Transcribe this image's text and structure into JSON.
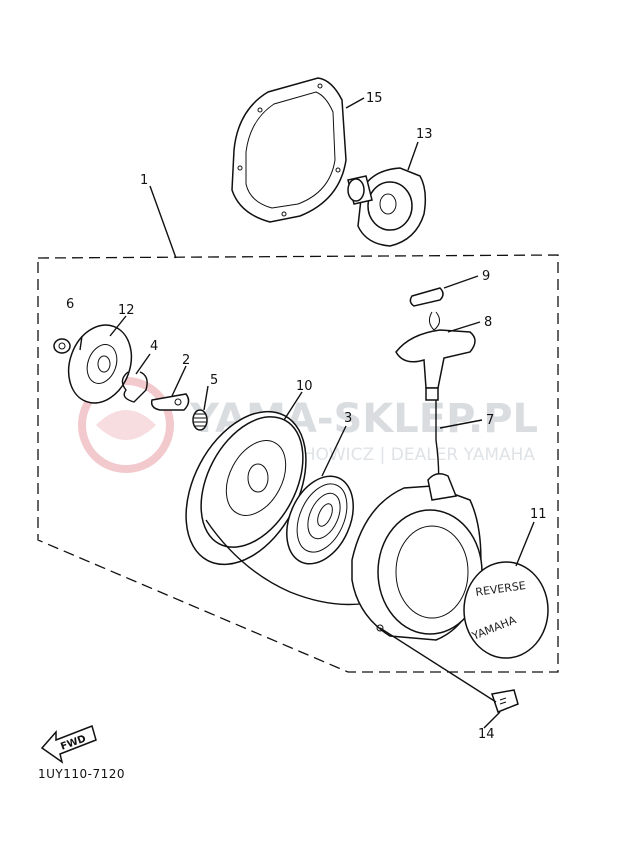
{
  "watermark": {
    "title": "YAMA-SKLEP.PL",
    "subtitle": "WOJCIECHOWICZ | DEALER YAMAHA"
  },
  "callouts": {
    "p1": "1",
    "p2": "2",
    "p3": "3",
    "p4": "4",
    "p5": "5",
    "p6": "6",
    "p7": "7",
    "p8": "8",
    "p9": "9",
    "p10": "10",
    "p11": "11",
    "p12": "12",
    "p13": "13",
    "p14": "14",
    "p15": "15"
  },
  "emblem": {
    "line1": "REVERSE",
    "line2": "YAMAHA"
  },
  "fwd_label": "FWD",
  "diagram_code": "1UY110-7120",
  "colors": {
    "ink": "#111111",
    "watermark": "#d9dde0",
    "watermark_logo": "#f2c9cc"
  }
}
